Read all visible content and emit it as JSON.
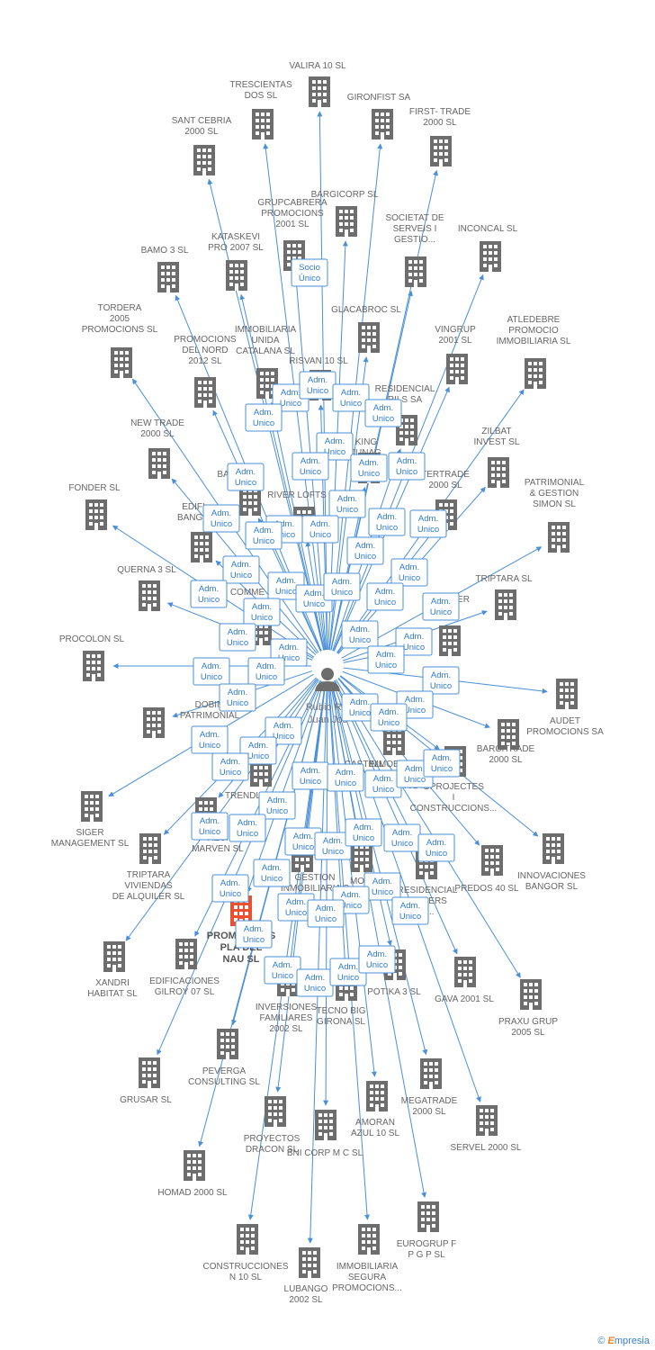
{
  "center": {
    "name": [
      "Rubio Rie",
      "Juan Jos"
    ]
  },
  "colors": {
    "line": "#4a8fd9",
    "building": "#6d6d6d",
    "highlight": "#e8522e",
    "badge_text": "#2f7ad0"
  },
  "badge_texts": {
    "adm": [
      "Adm.",
      "Unico"
    ],
    "socio": [
      "Socio",
      "Único"
    ]
  },
  "companies": [
    {
      "label": [
        "VALIRA 10 SL"
      ]
    },
    {
      "label": [
        "TRESCIENTAS",
        "DOS SL"
      ]
    },
    {
      "label": [
        "GIRONFIST SA"
      ]
    },
    {
      "label": [
        "SANT CEBRIA",
        "2000 SL"
      ]
    },
    {
      "label": [
        "FIRST- TRADE",
        "2000 SL"
      ]
    },
    {
      "label": [
        "BARGICORP SL"
      ]
    },
    {
      "label": [
        "GRUPCABRERA",
        "PROMOCIONS",
        "2001 SL"
      ]
    },
    {
      "label": [
        "SOCIETAT DE",
        "SERVEIS I",
        "GESTIO..."
      ]
    },
    {
      "label": [
        "INCONCAL SL"
      ]
    },
    {
      "label": [
        "KATASKEVI",
        "PRO 2007 SL"
      ]
    },
    {
      "label": [
        "BAMO 3 SL"
      ]
    },
    {
      "label": [
        "GLACABROC SL"
      ]
    },
    {
      "label": [
        "TORDERA",
        "2005",
        "PROMOCIONS SL"
      ]
    },
    {
      "label": [
        "ATLEDEBRE",
        "PROMOCIO",
        "IMMOBILIARIA SL"
      ]
    },
    {
      "label": [
        "VINGRUP",
        "2001 SL"
      ]
    },
    {
      "label": [
        "PROMOCIONS",
        "DEL NORD",
        "2012 SL"
      ]
    },
    {
      "label": [
        "IMMOBILIARIA",
        "UNIDA",
        "CATALANA SL"
      ]
    },
    {
      "label": [
        "RISVAN 10 SL"
      ]
    },
    {
      "label": [
        "RESIDENCIAL",
        "RILS SA"
      ]
    },
    {
      "label": [
        "NEW TRADE",
        "2000 SL"
      ]
    },
    {
      "label": [
        "ZILBAT",
        "INVEST SL"
      ]
    },
    {
      "label": [
        "KING",
        "JUNAG"
      ]
    },
    {
      "label": [
        "TERTRADE",
        "2000 SL"
      ]
    },
    {
      "label": [
        "PATRIMONIAL",
        "& GESTION",
        "SIMON SL"
      ]
    },
    {
      "label": [
        "FONDER SL"
      ]
    },
    {
      "label": [
        "EDIFI",
        "BANGO"
      ]
    },
    {
      "label": [
        "RIVER LOFTS"
      ]
    },
    {
      "label": [
        "BA"
      ]
    },
    {
      "label": [
        "QUERNA 3 SL"
      ]
    },
    {
      "label": [
        "TRIPTARA SL"
      ]
    },
    {
      "label": [
        "COMME"
      ]
    },
    {
      "label": [
        "N ER"
      ]
    },
    {
      "label": [
        "PROCOLON SL"
      ]
    },
    {
      "label": [
        "DOBIM",
        "PATRIMONIAL"
      ]
    },
    {
      "label": [
        "AUDET",
        "PROMOCIONS SA"
      ]
    },
    {
      "label": [
        "BARCITRADE",
        "2000 SL"
      ]
    },
    {
      "label": [
        "IMMOBILIARIA",
        "CARRER",
        "ROTLLA 92-..."
      ]
    },
    {
      "label": [
        "TRENDL"
      ]
    },
    {
      "label": [
        "CASTELL"
      ]
    },
    {
      "label": [
        "OPROJECTES",
        "I",
        "CONSTRUCCIONS..."
      ]
    },
    {
      "label": [
        "SIGER",
        "MANAGEMENT SL"
      ]
    },
    {
      "label": [
        "RESI",
        "MARVEN SL"
      ]
    },
    {
      "label": [
        "INNOVACIONES",
        "BANGOR SL"
      ]
    },
    {
      "label": [
        "TRIPTARA",
        "VIVIENDAS",
        "DE ALQUILER SL"
      ]
    },
    {
      "label": [
        "GESTION",
        "INMOBILIARIA S"
      ]
    },
    {
      "label": [
        "MONI"
      ]
    },
    {
      "label": [
        "RESIDENCIAL",
        "TALLERS",
        "A..."
      ]
    },
    {
      "label": [
        "PREDOS 40 SL"
      ]
    },
    {
      "label": [
        "PROMOCIONS",
        "PLA DEL",
        "NAU SL"
      ],
      "highlight": true
    },
    {
      "label": [
        "XANDRI",
        "HABITAT SL"
      ]
    },
    {
      "label": [
        "EDIFICACIONES",
        "GILROY 07 SL"
      ]
    },
    {
      "label": [
        "INVERSIONES",
        "FAMILIARES",
        "2002 SL"
      ]
    },
    {
      "label": [
        "TECNO BIG",
        "GIRONA SL"
      ]
    },
    {
      "label": [
        "POTIKA 3 SL"
      ]
    },
    {
      "label": [
        "GAVA 2001 SL"
      ]
    },
    {
      "label": [
        "PRAXU GRUP",
        "2005 SL"
      ]
    },
    {
      "label": [
        "GRUSAR SL"
      ]
    },
    {
      "label": [
        "PEVERGA",
        "CONSULTING SL"
      ]
    },
    {
      "label": [
        "MEGATRADE",
        "2000 SL"
      ]
    },
    {
      "label": [
        "PROYECTOS",
        "DRACON SL"
      ]
    },
    {
      "label": [
        "AMORAN",
        "AZUL 10 SL"
      ]
    },
    {
      "label": [
        "SERVEL 2000 SL"
      ]
    },
    {
      "label": [
        "BNI CORP M C SL"
      ]
    },
    {
      "label": [
        "HOMAD 2000 SL"
      ]
    },
    {
      "label": [
        "EUROGRUP F",
        "P G P SL"
      ]
    },
    {
      "label": [
        "CONSTRUCCIONES",
        "N 10 SL"
      ]
    },
    {
      "label": [
        "LUBANGO",
        "2002 SL"
      ]
    },
    {
      "label": [
        "IMMOBILIARIA",
        "SEGURA",
        "PROMOCIONS..."
      ]
    }
  ],
  "brand": {
    "copyright": "©",
    "e": "E",
    "rest": "mpresia"
  }
}
